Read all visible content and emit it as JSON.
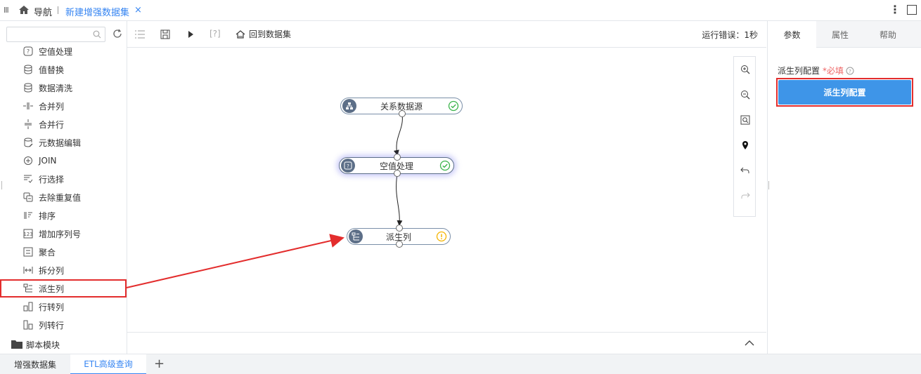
{
  "topbar": {
    "nav_label": "导航",
    "active_tab": "新建增强数据集",
    "close_glyph": "×",
    "more_glyph": "⋮",
    "icons": [
      "menu-grip-icon",
      "home-icon",
      "more-icon",
      "maximize-icon"
    ]
  },
  "sidebar": {
    "search_placeholder": "",
    "items": [
      {
        "label": "空值处理",
        "icon": "null-handle-icon"
      },
      {
        "label": "值替换",
        "icon": "value-replace-icon"
      },
      {
        "label": "数据清洗",
        "icon": "data-clean-icon"
      },
      {
        "label": "合并列",
        "icon": "merge-column-icon"
      },
      {
        "label": "合并行",
        "icon": "merge-row-icon"
      },
      {
        "label": "元数据编辑",
        "icon": "metadata-edit-icon"
      },
      {
        "label": "JOIN",
        "icon": "join-icon"
      },
      {
        "label": "行选择",
        "icon": "row-select-icon"
      },
      {
        "label": "去除重复值",
        "icon": "dedupe-icon"
      },
      {
        "label": "排序",
        "icon": "sort-icon"
      },
      {
        "label": "增加序列号",
        "icon": "add-serial-icon"
      },
      {
        "label": "聚合",
        "icon": "aggregate-icon"
      },
      {
        "label": "拆分列",
        "icon": "split-column-icon"
      },
      {
        "label": "派生列",
        "icon": "derived-column-icon"
      },
      {
        "label": "行转列",
        "icon": "row-to-column-icon"
      },
      {
        "label": "列转行",
        "icon": "column-to-row-icon"
      }
    ],
    "folder": {
      "label": "脚本模块",
      "icon": "folder-icon"
    }
  },
  "toolbar": {
    "bracket_label": "[?]",
    "back_label": "回到数据集",
    "status_text": "运行错误：1秒"
  },
  "canvas": {
    "nodes": [
      {
        "label": "关系数据源",
        "status": "ok"
      },
      {
        "label": "空值处理",
        "status": "ok"
      },
      {
        "label": "派生列",
        "status": "warning"
      }
    ]
  },
  "right_panel": {
    "tabs": [
      "参数",
      "属性",
      "帮助"
    ],
    "active_tab": "参数",
    "field_label": "派生列配置",
    "required_text": "*必填",
    "button_label": "派生列配置"
  },
  "bottom_tabs": {
    "tabs": [
      "增强数据集",
      "ETL高级查询"
    ],
    "active_tab": "ETL高级查询",
    "add_glyph": "+"
  },
  "colors": {
    "accent": "#3685f2",
    "button": "#3e95e8",
    "highlight_red": "#e32d2d",
    "node_icon": "#5d6f88",
    "ok_green": "#3cb44b",
    "warn_yellow": "#f5b400"
  }
}
